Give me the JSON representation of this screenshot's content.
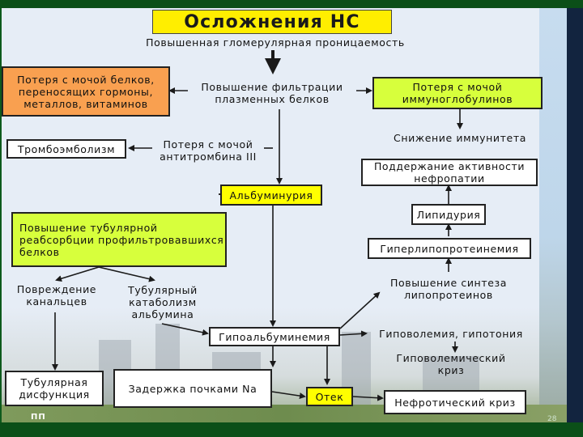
{
  "title": "Осложнения НС",
  "nodes": {
    "glom": "Повышенная гломерулярная проницаемость",
    "filtration": "Повышение фильтрации плазменных белков",
    "loss_proteins": "Потеря с мочой белков, переносящих гормоны, металлов, витаминов",
    "loss_ig": "Потеря с мочой иммуноглобулинов",
    "immunity": "Снижение иммунитета",
    "thrombo": "Тромбоэмболизм",
    "antithrombin": "Потеря с мочой антитромбина III",
    "nephropathy": "Поддержание активности нефропатии",
    "albuminuria": "Альбуминурия",
    "lipiduria": "Липидурия",
    "tubular_reabs": "Повышение тубулярной реабсорбции профильтровавшихся белков",
    "hyperlipo": "Гиперлипопротеинемия",
    "damage": "Повреждение канальцев",
    "catabolism": "Тубулярный катаболизм альбумина",
    "lipo_synth": "Повышение синтеза липопротеинов",
    "hypoalb": "Гипоальбуминемия",
    "hypovolemia": "Гиповолемия, гипотония",
    "hypo_crisis": "Гиповолемический криз",
    "tub_dysf": "Тубулярная дисфункция",
    "na_retention": "Задержка почками Na",
    "edema": "Отек",
    "nephrotic_crisis": "Нефротический криз"
  },
  "footer": {
    "logo_text": "ПП",
    "page_number": "28"
  },
  "colors": {
    "title_bg": "#ffee00",
    "highlight_yellow": "#ffff00",
    "highlight_lime": "#d7ff3c",
    "highlight_orange": "#f9a050",
    "arrow": "#1a1a1a"
  }
}
